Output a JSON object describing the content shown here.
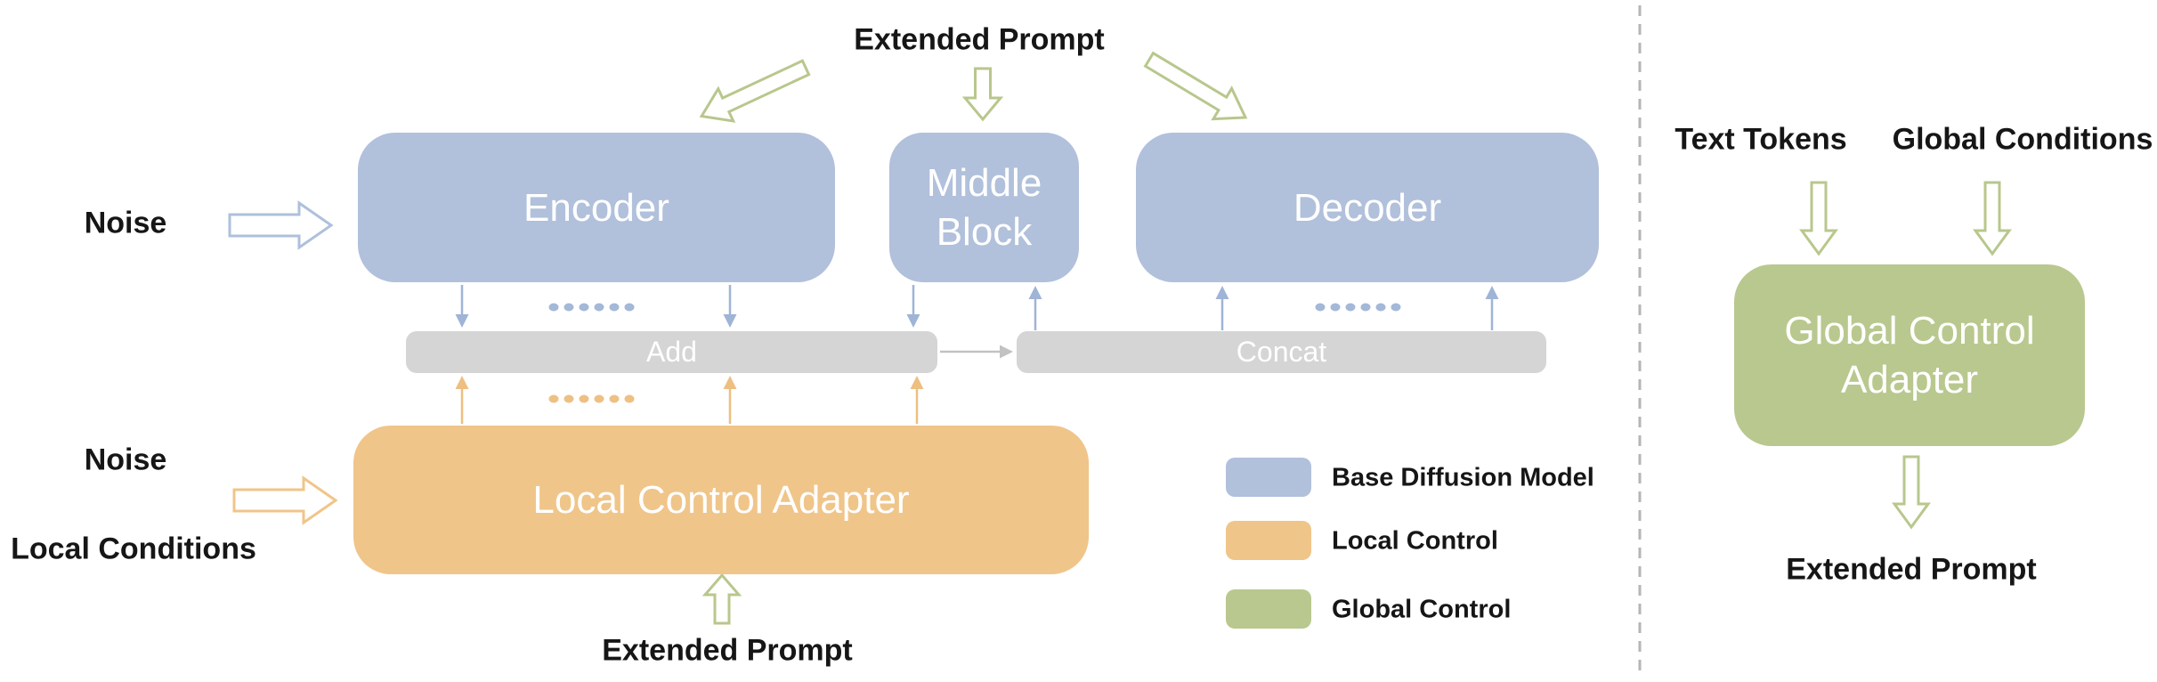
{
  "colors": {
    "base_blue": "#b1c0db",
    "local_orange": "#f0c589",
    "global_green": "#b9c88e",
    "bar_gray": "#d5d5d5",
    "arrow_blue": "#9fb4d6",
    "outline_blue": "#aec0dc",
    "arrow_orange": "#edbf80",
    "outline_orange": "#f0c589",
    "arrow_green": "#b8c78c",
    "arrow_gray": "#c2c2c2",
    "dot_blue": "#a4b8d8",
    "dot_orange": "#edc084",
    "divider_gray": "#b5b5b5",
    "text_black": "#161616"
  },
  "left_panel": {
    "extended_prompt_top": "Extended Prompt",
    "noise_top": "Noise",
    "encoder": "Encoder",
    "middle_block": "Middle Block",
    "decoder": "Decoder",
    "add": "Add",
    "concat": "Concat",
    "local_control_adapter": "Local Control Adapter",
    "noise_bottom": "Noise",
    "local_conditions": "Local Conditions",
    "extended_prompt_bottom": "Extended Prompt"
  },
  "legend": {
    "items": [
      {
        "label": "Base Diffusion Model",
        "color": "#b1c0db"
      },
      {
        "label": "Local Control",
        "color": "#f0c589"
      },
      {
        "label": "Global Control",
        "color": "#b9c88e"
      }
    ]
  },
  "right_panel": {
    "text_tokens": "Text Tokens",
    "global_conditions": "Global Conditions",
    "global_control_adapter": "Global Control Adapter",
    "extended_prompt_out": "Extended Prompt"
  }
}
